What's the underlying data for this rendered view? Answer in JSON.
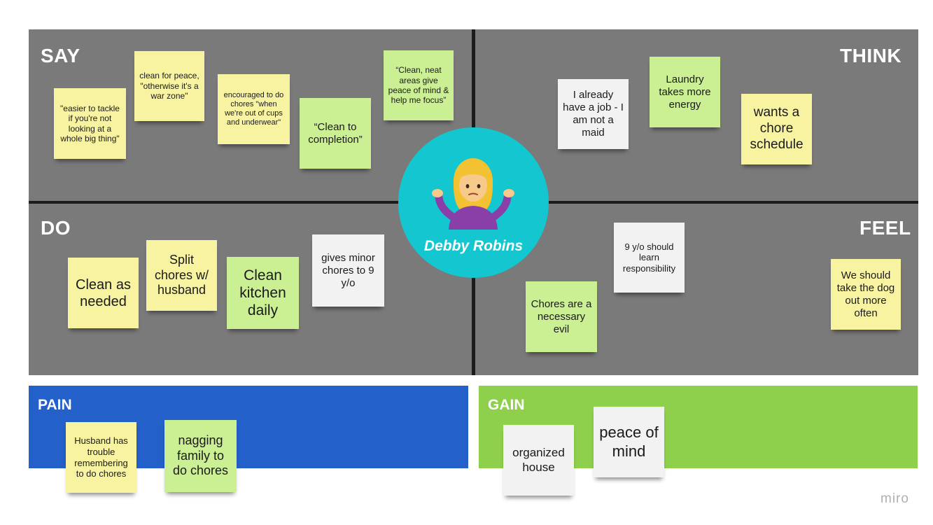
{
  "quadrants": {
    "say": "SAY",
    "think": "THINK",
    "do": "DO",
    "feel": "FEEL"
  },
  "persona": {
    "name": "Debby Robins",
    "icon": "woman-shrugging-icon"
  },
  "notes": {
    "say": [
      "\"easier to tackle if you're not looking at a whole big thing\"",
      "clean for peace, \"otherwise it's a war zone\"",
      "encouraged to do chores \"when we're out of cups and underwear\"",
      "“Clean to completion”",
      "“Clean, neat areas give peace of mind & help me focus”"
    ],
    "think": [
      "I already have a job - I am not a maid",
      "Laundry takes more energy",
      "wants a chore schedule"
    ],
    "do": [
      "Clean as needed",
      "Split chores w/ husband",
      "Clean kitchen daily",
      "gives minor chores to 9 y/o"
    ],
    "feel": [
      "9 y/o should learn responsibility",
      "Chores are a necessary evil",
      "We should take the dog out more often"
    ],
    "pain": [
      "Husband has trouble remembering to do chores",
      "nagging family to do chores"
    ],
    "gain": [
      "organized house",
      "peace of mind"
    ]
  },
  "bands": {
    "pain": "PAIN",
    "gain": "GAIN"
  },
  "colors": {
    "board": "#7a7a7a",
    "pain_band": "#2360c9",
    "gain_band": "#8ed04c",
    "persona_circle": "#14c6d0"
  },
  "brand": "miro"
}
